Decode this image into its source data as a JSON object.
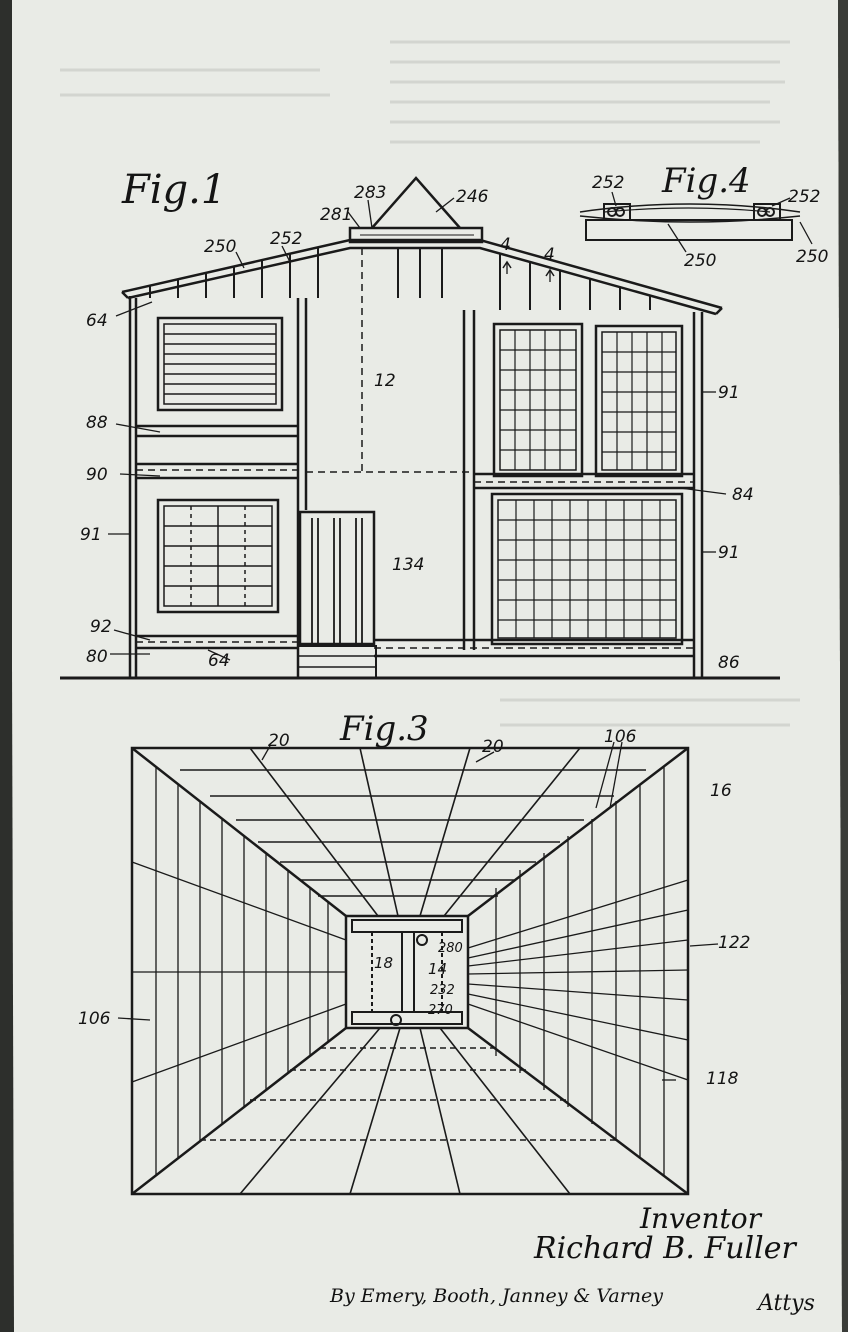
{
  "figures": {
    "fig1": {
      "title": "Fig.1",
      "labels": {
        "l283": "283",
        "l246": "246",
        "l281": "281",
        "l252": "252",
        "l250": "250",
        "l4a": "4",
        "l4b": "4",
        "l64a": "64",
        "l12": "12",
        "l91a": "91",
        "l88": "88",
        "l90": "90",
        "l84": "84",
        "l91b": "91",
        "l134": "134",
        "l91c": "91",
        "l92": "92",
        "l80": "80",
        "l64b": "64",
        "l86": "86"
      }
    },
    "fig4": {
      "title": "Fig.4",
      "labels": {
        "l252a": "252",
        "l252b": "252",
        "l250a": "250",
        "l250b": "250"
      }
    },
    "fig3": {
      "title": "Fig.3",
      "labels": {
        "l20a": "20",
        "l20b": "20",
        "l106a": "106",
        "l16": "16",
        "l122": "122",
        "l18": "18",
        "l14": "14",
        "l280": "280",
        "l232": "232",
        "l270": "270",
        "l106b": "106",
        "l118": "118"
      }
    }
  },
  "inventor": {
    "heading": "Inventor",
    "name": "Richard B. Fuller",
    "attorneys": "By Emery, Booth, Janney & Varney",
    "attys": "Attys"
  },
  "colors": {
    "paper": "#e9ebe6",
    "ink": "#1a1a1a",
    "background": "#2d2f2c"
  }
}
